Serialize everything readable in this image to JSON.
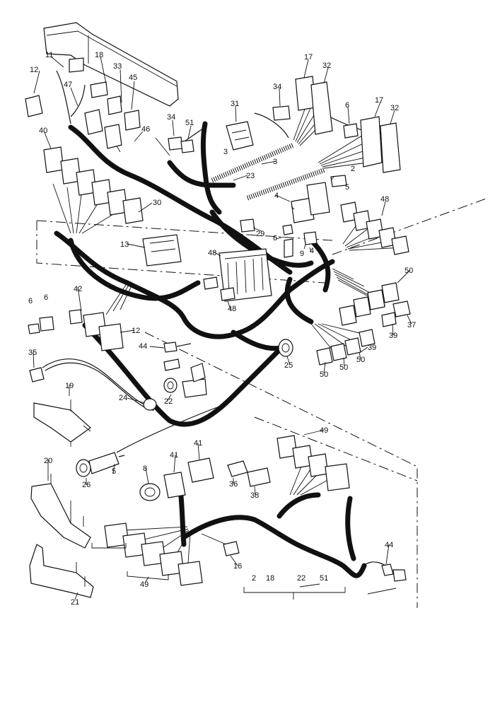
{
  "callouts": [
    "11",
    "18",
    "33",
    "45",
    "12",
    "47",
    "46",
    "40",
    "34",
    "51",
    "31",
    "3",
    "17",
    "32",
    "34",
    "6",
    "17",
    "32",
    "23",
    "3",
    "2",
    "4",
    "5",
    "30",
    "29",
    "6",
    "9",
    "4",
    "48",
    "13",
    "48",
    "48",
    "50",
    "6",
    "6",
    "42",
    "12",
    "44",
    "39",
    "37",
    "39",
    "50",
    "50",
    "50",
    "35",
    "25",
    "19",
    "24",
    "22",
    "5",
    "26",
    "8",
    "41",
    "41",
    "36",
    "38",
    "49",
    "20",
    "16",
    "49",
    "44",
    "21",
    "2",
    "18",
    "22",
    "51"
  ]
}
